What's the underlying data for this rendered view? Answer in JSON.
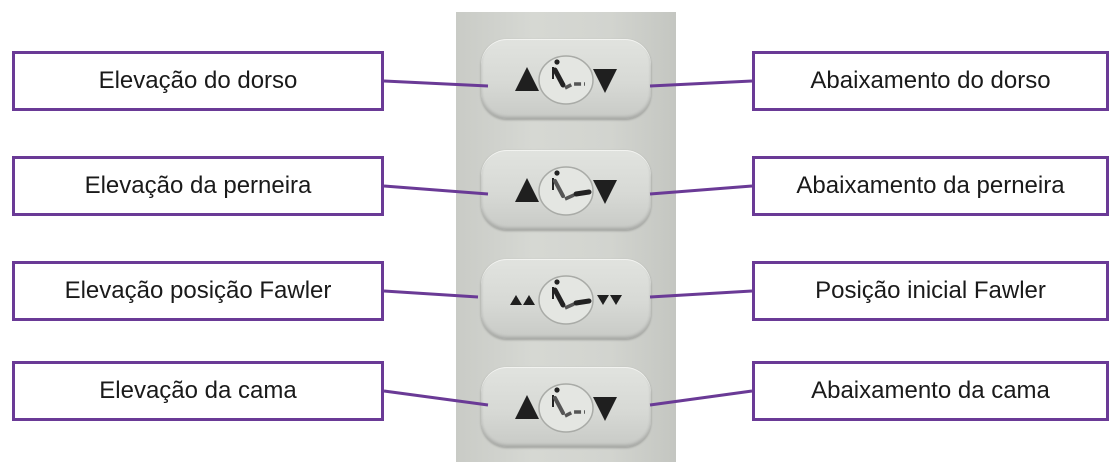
{
  "rows": [
    {
      "left_label": "Elevação do dorso",
      "right_label": "Abaixamento do dorso",
      "up_icon": "triangle-up-icon",
      "down_icon": "triangle-down-icon",
      "pictogram": "bed-back-raise-icon"
    },
    {
      "left_label": "Elevação da perneira",
      "right_label": "Abaixamento da perneira",
      "up_icon": "triangle-up-icon",
      "down_icon": "triangle-down-icon",
      "pictogram": "bed-leg-raise-icon"
    },
    {
      "left_label": "Elevação posição Fawler",
      "right_label": "Posição inicial Fawler",
      "up_icon": "double-triangle-up-icon",
      "down_icon": "double-triangle-down-icon",
      "pictogram": "bed-fowler-icon"
    },
    {
      "left_label": "Elevação da cama",
      "right_label": "Abaixamento da cama",
      "up_icon": "triangle-up-icon",
      "down_icon": "triangle-down-icon",
      "pictogram": "bed-height-icon"
    }
  ],
  "colors": {
    "callout_border": "#6a3a96",
    "leader_line": "#6a3a96",
    "panel": "#d3d5d0",
    "arrow": "#1f1f1f"
  }
}
